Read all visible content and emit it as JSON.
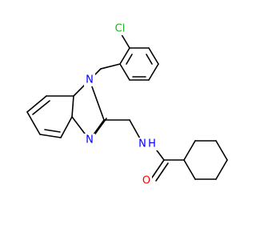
{
  "molecule": {
    "atoms": {
      "cl": {
        "label": "Cl",
        "color": "#1fb41f"
      },
      "n1": {
        "label": "N",
        "color": "#0000ff"
      },
      "n3": {
        "label": "N",
        "color": "#0000ff"
      },
      "nh": {
        "label": "N",
        "color": "#0000ff"
      },
      "hh": {
        "label": "H",
        "color": "#0000ff"
      },
      "o": {
        "label": "O",
        "color": "#ff0000"
      }
    }
  }
}
